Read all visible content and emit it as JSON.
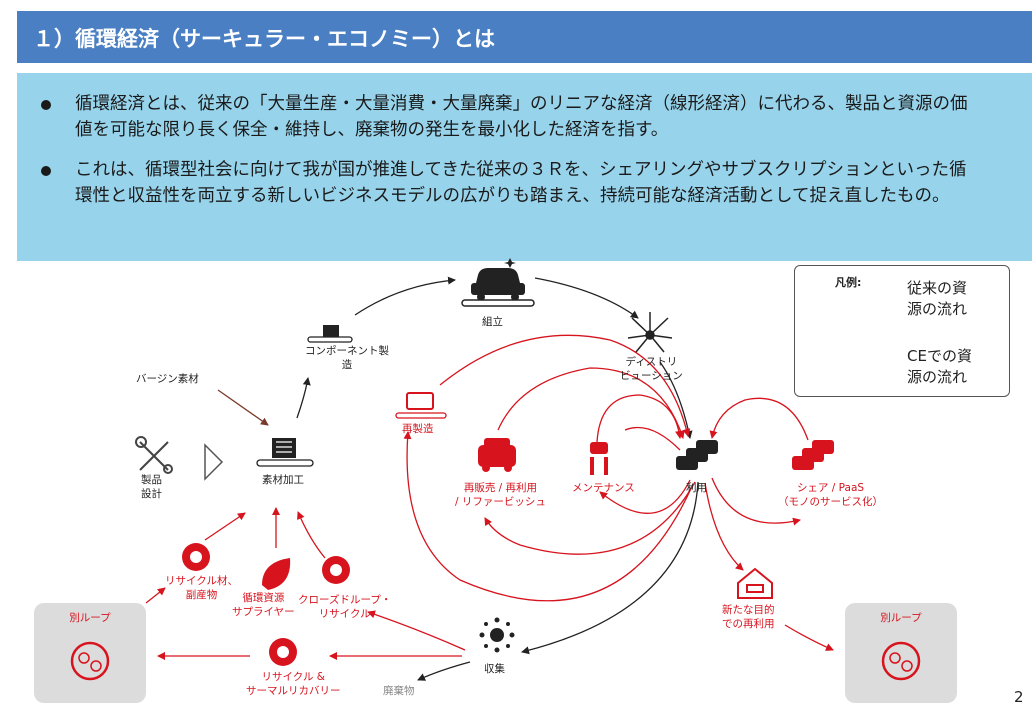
{
  "title": "１）循環経済（サーキュラー・エコノミー）とは",
  "bullets": [
    "循環経済とは、従来の「大量生産・大量消費・大量廃棄」のリニアな経済（線形経済）に代わる、製品と資源の価値を可能な限り長く保全・維持し、廃棄物の発生を最小化した経済を指す。",
    "これは、循環型社会に向けて我が国が推進してきた従来の３Ｒを、シェアリングやサブスクリプションといった循環性と収益性を両立する新しいビジネスモデルの広がりも踏まえ、持続可能な経済活動として捉え直したもの。"
  ],
  "diagram": {
    "assembly": "組立",
    "component": "コンポーネント製\n造",
    "distribution": "ディストリ\nビューション",
    "virgin": "バージン素材",
    "design": "製品\n設計",
    "material": "素材加工",
    "remanufacture": "再製造",
    "resale": "再販売 / 再利用\n/ リファービッシュ",
    "maintenance": "メンテナンス",
    "use": "利用",
    "share": "シェア / PaaS\n（モノのサービス化）",
    "recycled_material": "リサイクル材、\n副産物",
    "circular_supplier": "循環資源\nサプライヤー",
    "closed_loop": "クローズドループ・\nリサイクル",
    "new_purpose": "新たな目的\nでの再利用",
    "collection": "収集",
    "recycle_thermal": "リサイクル &\nサーマルリカバリー",
    "waste": "廃棄物",
    "other_loop_left": "別ループ",
    "other_loop_right": "別ループ"
  },
  "legend": {
    "title": "凡例:",
    "conventional": "従来の資\n源の流れ",
    "ce": "CEでの資\n源の流れ"
  },
  "colors": {
    "red": "#d7141e",
    "title_bg": "#4a7fc3",
    "bullet_bg": "#97d4ec",
    "black": "#222222"
  },
  "page_number": "2"
}
